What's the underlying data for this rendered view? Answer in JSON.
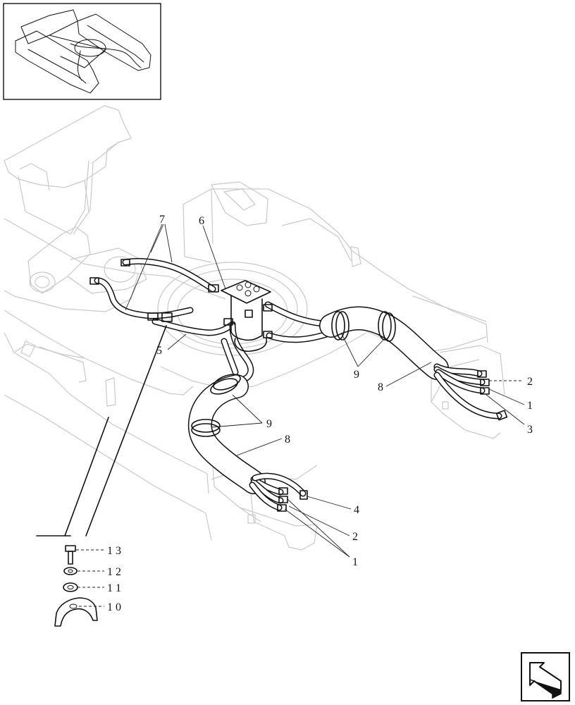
{
  "callouts": {
    "c1a": "1",
    "c1b": "1",
    "c2a": "2",
    "c2b": "2",
    "c3": "3",
    "c4": "4",
    "c5": "5",
    "c6": "6",
    "c7": "7",
    "c8a": "8",
    "c8b": "8",
    "c9a": "9",
    "c9b": "9",
    "c10": "1 0",
    "c11": "1 1",
    "c12": "1 2",
    "c13": "1 3"
  },
  "icons": {
    "overview": "machine-overview-thumbnail",
    "nav": "next-page-arrow-icon"
  }
}
